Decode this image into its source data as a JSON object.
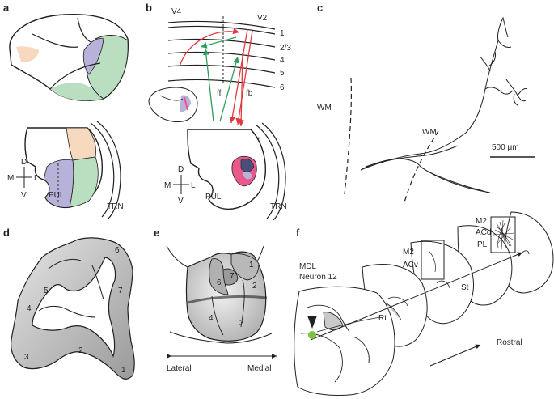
{
  "panels": {
    "a": {
      "letter": "a",
      "compass_d": "D",
      "compass_m": "M",
      "compass_l": "L",
      "compass_v": "V",
      "pul": "PUL",
      "trn": "TRN"
    },
    "b": {
      "letter": "b",
      "area_left": "V4",
      "area_right": "V2",
      "layers": [
        "1",
        "2/3",
        "4",
        "5",
        "6"
      ],
      "ff": "ff",
      "fb": "fb",
      "compass_d": "D",
      "compass_m": "M",
      "compass_l": "L",
      "compass_v": "V",
      "pul": "PUL",
      "trn": "TRN"
    },
    "c": {
      "letter": "c",
      "wm_left": "WM",
      "wm_center": "WM",
      "scale": "500 μm"
    },
    "d": {
      "letter": "d",
      "lobes": [
        "6",
        "5",
        "7",
        "4",
        "2",
        "3",
        "1"
      ]
    },
    "e": {
      "letter": "e",
      "regions": [
        "1",
        "7",
        "6",
        "2",
        "4",
        "3"
      ],
      "axis_left": "Lateral",
      "axis_right": "Medial"
    },
    "f": {
      "letter": "f",
      "title_line1": "MDL",
      "title_line2": "Neuron 12",
      "m2_a": "M2",
      "acv": "ACv",
      "m2_b": "M2",
      "acd": "ACd",
      "pl": "PL",
      "st": "St",
      "rt": "Rt",
      "rostral": "Rostral"
    }
  },
  "colors": {
    "peach": "#f7d9bf",
    "green": "#b9dfc0",
    "lavender": "#b6b2d9",
    "pink": "#e8588a",
    "navy": "#4a4f7a",
    "red_arrow": "#e23a3e",
    "green_arrow": "#2e9e5a",
    "gray_fill": "#c9c9c9",
    "marker_green": "#7cc242"
  }
}
